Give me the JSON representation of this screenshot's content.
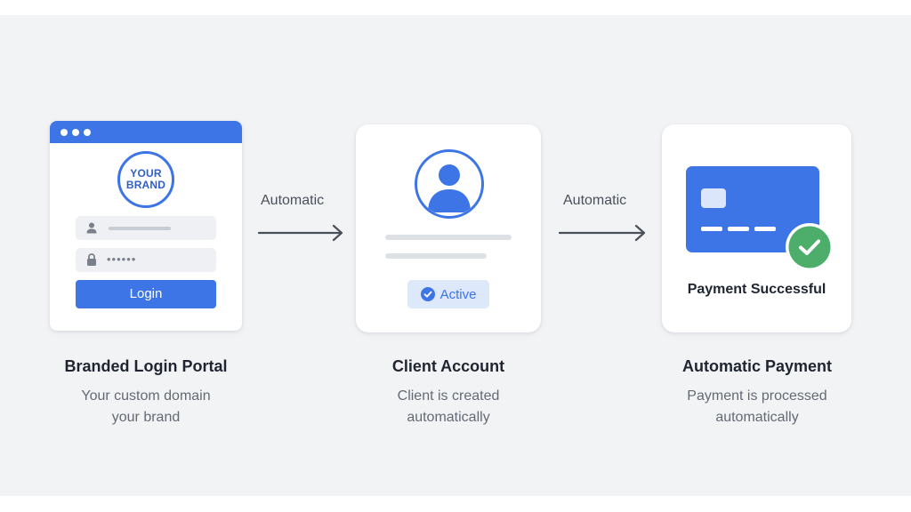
{
  "step1": {
    "logo_line1": "YOUR",
    "logo_line2": "BRAND",
    "password_mask": "••••••",
    "login_label": "Login",
    "title": "Branded Login Portal",
    "desc_line1": "Your custom domain",
    "desc_line2": "your brand"
  },
  "arrow1": {
    "label": "Automatic"
  },
  "step2": {
    "badge_label": "Active",
    "title": "Client Account",
    "desc_line1": "Client is created",
    "desc_line2": "automatically"
  },
  "arrow2": {
    "label": "Automatic"
  },
  "step3": {
    "status_text": "Payment Successful",
    "title": "Automatic Payment",
    "desc_line1": "Payment is processed",
    "desc_line2": "automatically"
  },
  "colors": {
    "accent": "#3d74e6",
    "success": "#4cae6a",
    "background": "#f2f3f5"
  },
  "icons": [
    "user-icon",
    "lock-icon",
    "avatar-icon",
    "check-circle-icon",
    "credit-card-icon",
    "arrow-right-icon",
    "success-check-icon"
  ]
}
